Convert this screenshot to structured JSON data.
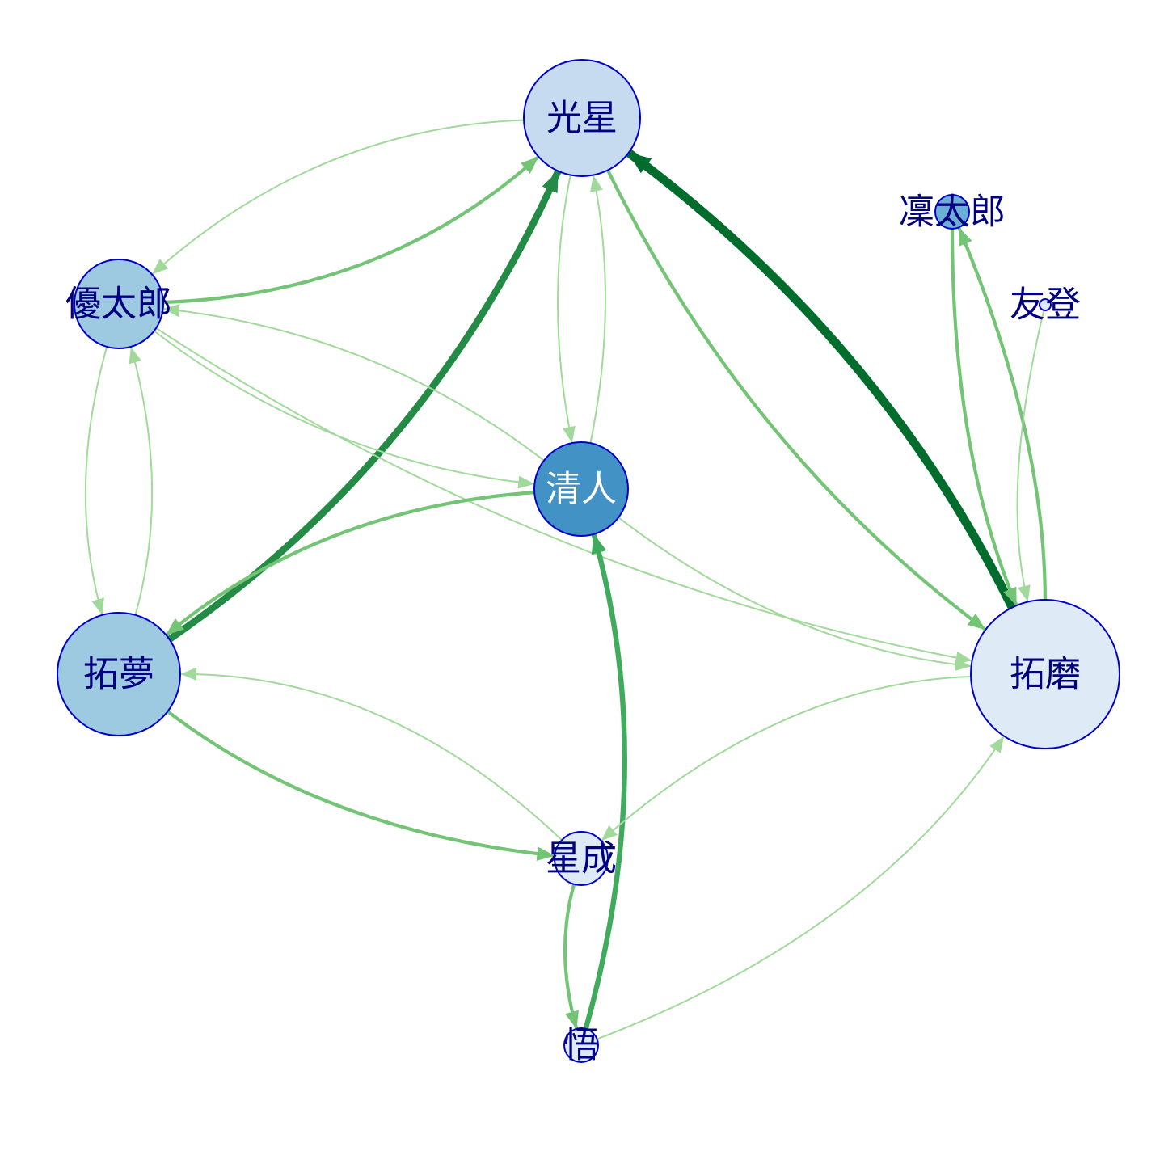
{
  "colors": {
    "node_stroke": "#0000cc",
    "label_dark": "#000080",
    "label_light": "#ffffff",
    "edge_light": "#a1d99b",
    "edge_mid": "#74c476",
    "edge_strong": "#41ab5d",
    "edge_darker": "#238b45",
    "edge_darkest": "#006d2c"
  },
  "nodes": [
    {
      "id": "kosei",
      "label": "光星",
      "fill": "#c6dbef"
    },
    {
      "id": "yutaro",
      "label": "優太郎",
      "fill": "#9ecae1"
    },
    {
      "id": "kiyoto",
      "label": "清人",
      "fill": "#4292c6",
      "label_color": "#ffffff"
    },
    {
      "id": "takumu",
      "label": "拓夢",
      "fill": "#9ecae1"
    },
    {
      "id": "takuma",
      "label": "拓磨",
      "fill": "#deebf7"
    },
    {
      "id": "rintaro",
      "label": "凜太郎",
      "fill": "#6baed6"
    },
    {
      "id": "yuto",
      "label": "友登",
      "fill": "#deebf7"
    },
    {
      "id": "seina",
      "label": "星成",
      "fill": "#deebf7"
    },
    {
      "id": "satoru",
      "label": "悟",
      "fill": "#deebf7"
    }
  ],
  "edges": [
    {
      "from": "yutaro",
      "to": "kosei",
      "weight": 2
    },
    {
      "from": "kosei",
      "to": "yutaro",
      "weight": 1
    },
    {
      "from": "takumu",
      "to": "kosei",
      "weight": 4
    },
    {
      "from": "kosei",
      "to": "takuma",
      "weight": 2
    },
    {
      "from": "takuma",
      "to": "kosei",
      "weight": 5
    },
    {
      "from": "kosei",
      "to": "kiyoto",
      "weight": 1
    },
    {
      "from": "kiyoto",
      "to": "kosei",
      "weight": 1
    },
    {
      "from": "yutaro",
      "to": "takumu",
      "weight": 1
    },
    {
      "from": "takumu",
      "to": "yutaro",
      "weight": 1
    },
    {
      "from": "yutaro",
      "to": "kiyoto",
      "weight": 1
    },
    {
      "from": "kiyoto",
      "to": "yutaro",
      "weight": 1
    },
    {
      "from": "yutaro",
      "to": "takuma",
      "weight": 1
    },
    {
      "from": "kiyoto",
      "to": "takumu",
      "weight": 2
    },
    {
      "from": "kiyoto",
      "to": "takuma",
      "weight": 1
    },
    {
      "from": "takumu",
      "to": "seina",
      "weight": 2
    },
    {
      "from": "seina",
      "to": "takumu",
      "weight": 1
    },
    {
      "from": "satoru",
      "to": "kiyoto",
      "weight": 3
    },
    {
      "from": "seina",
      "to": "satoru",
      "weight": 2
    },
    {
      "from": "takuma",
      "to": "seina",
      "weight": 1
    },
    {
      "from": "satoru",
      "to": "takuma",
      "weight": 1
    },
    {
      "from": "rintaro",
      "to": "takuma",
      "weight": 2
    },
    {
      "from": "takuma",
      "to": "rintaro",
      "weight": 2
    },
    {
      "from": "yuto",
      "to": "takuma",
      "weight": 1
    }
  ]
}
